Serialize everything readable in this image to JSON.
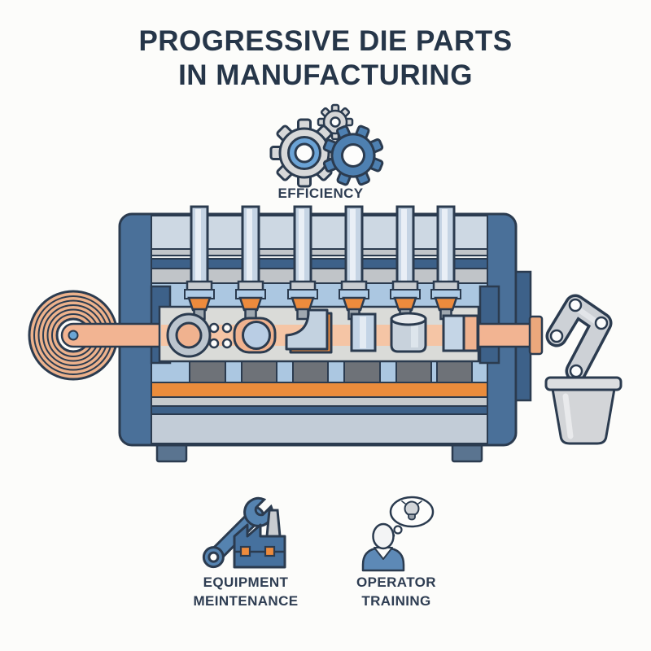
{
  "title": {
    "line1": "PROGRESSIVE DIE PARTS",
    "line2": "IN MANUFACTURING"
  },
  "labels": {
    "efficiency": "EFFICIENCY",
    "maintenance_line1": "EQUIPMENT",
    "maintenance_line2": "MEINTENANCE",
    "training_line1": "OPERATOR",
    "training_line2": "TRAINING"
  },
  "icons": {
    "efficiency": "double-gears-icon",
    "maintenance": "wrench-factory-icon",
    "training": "person-lightbulb-icon"
  },
  "palette": {
    "background": "#fcfcfa",
    "outline_navy": "#2b3b4f",
    "title_text": "#263649",
    "label_text": "#2e3d52",
    "frame_blue": "#4a7099",
    "band_dark_blue": "#3d6189",
    "panel_light": "#cdd8e3",
    "band_gray": "#c2c6ca",
    "band_light_blue": "#abc7e1",
    "accent_orange": "#ea8c3c",
    "strip_salmon": "#f2b492",
    "die_panel_gray": "#dadbd8",
    "block_dark_gray": "#6e7278",
    "punch_steel": "#c5d4e4",
    "gear_gray": "#d6d7d8",
    "gear_blue": "#4e80b1",
    "icon_blue": "#5583b0",
    "part_gray": "#cdd1d6"
  }
}
